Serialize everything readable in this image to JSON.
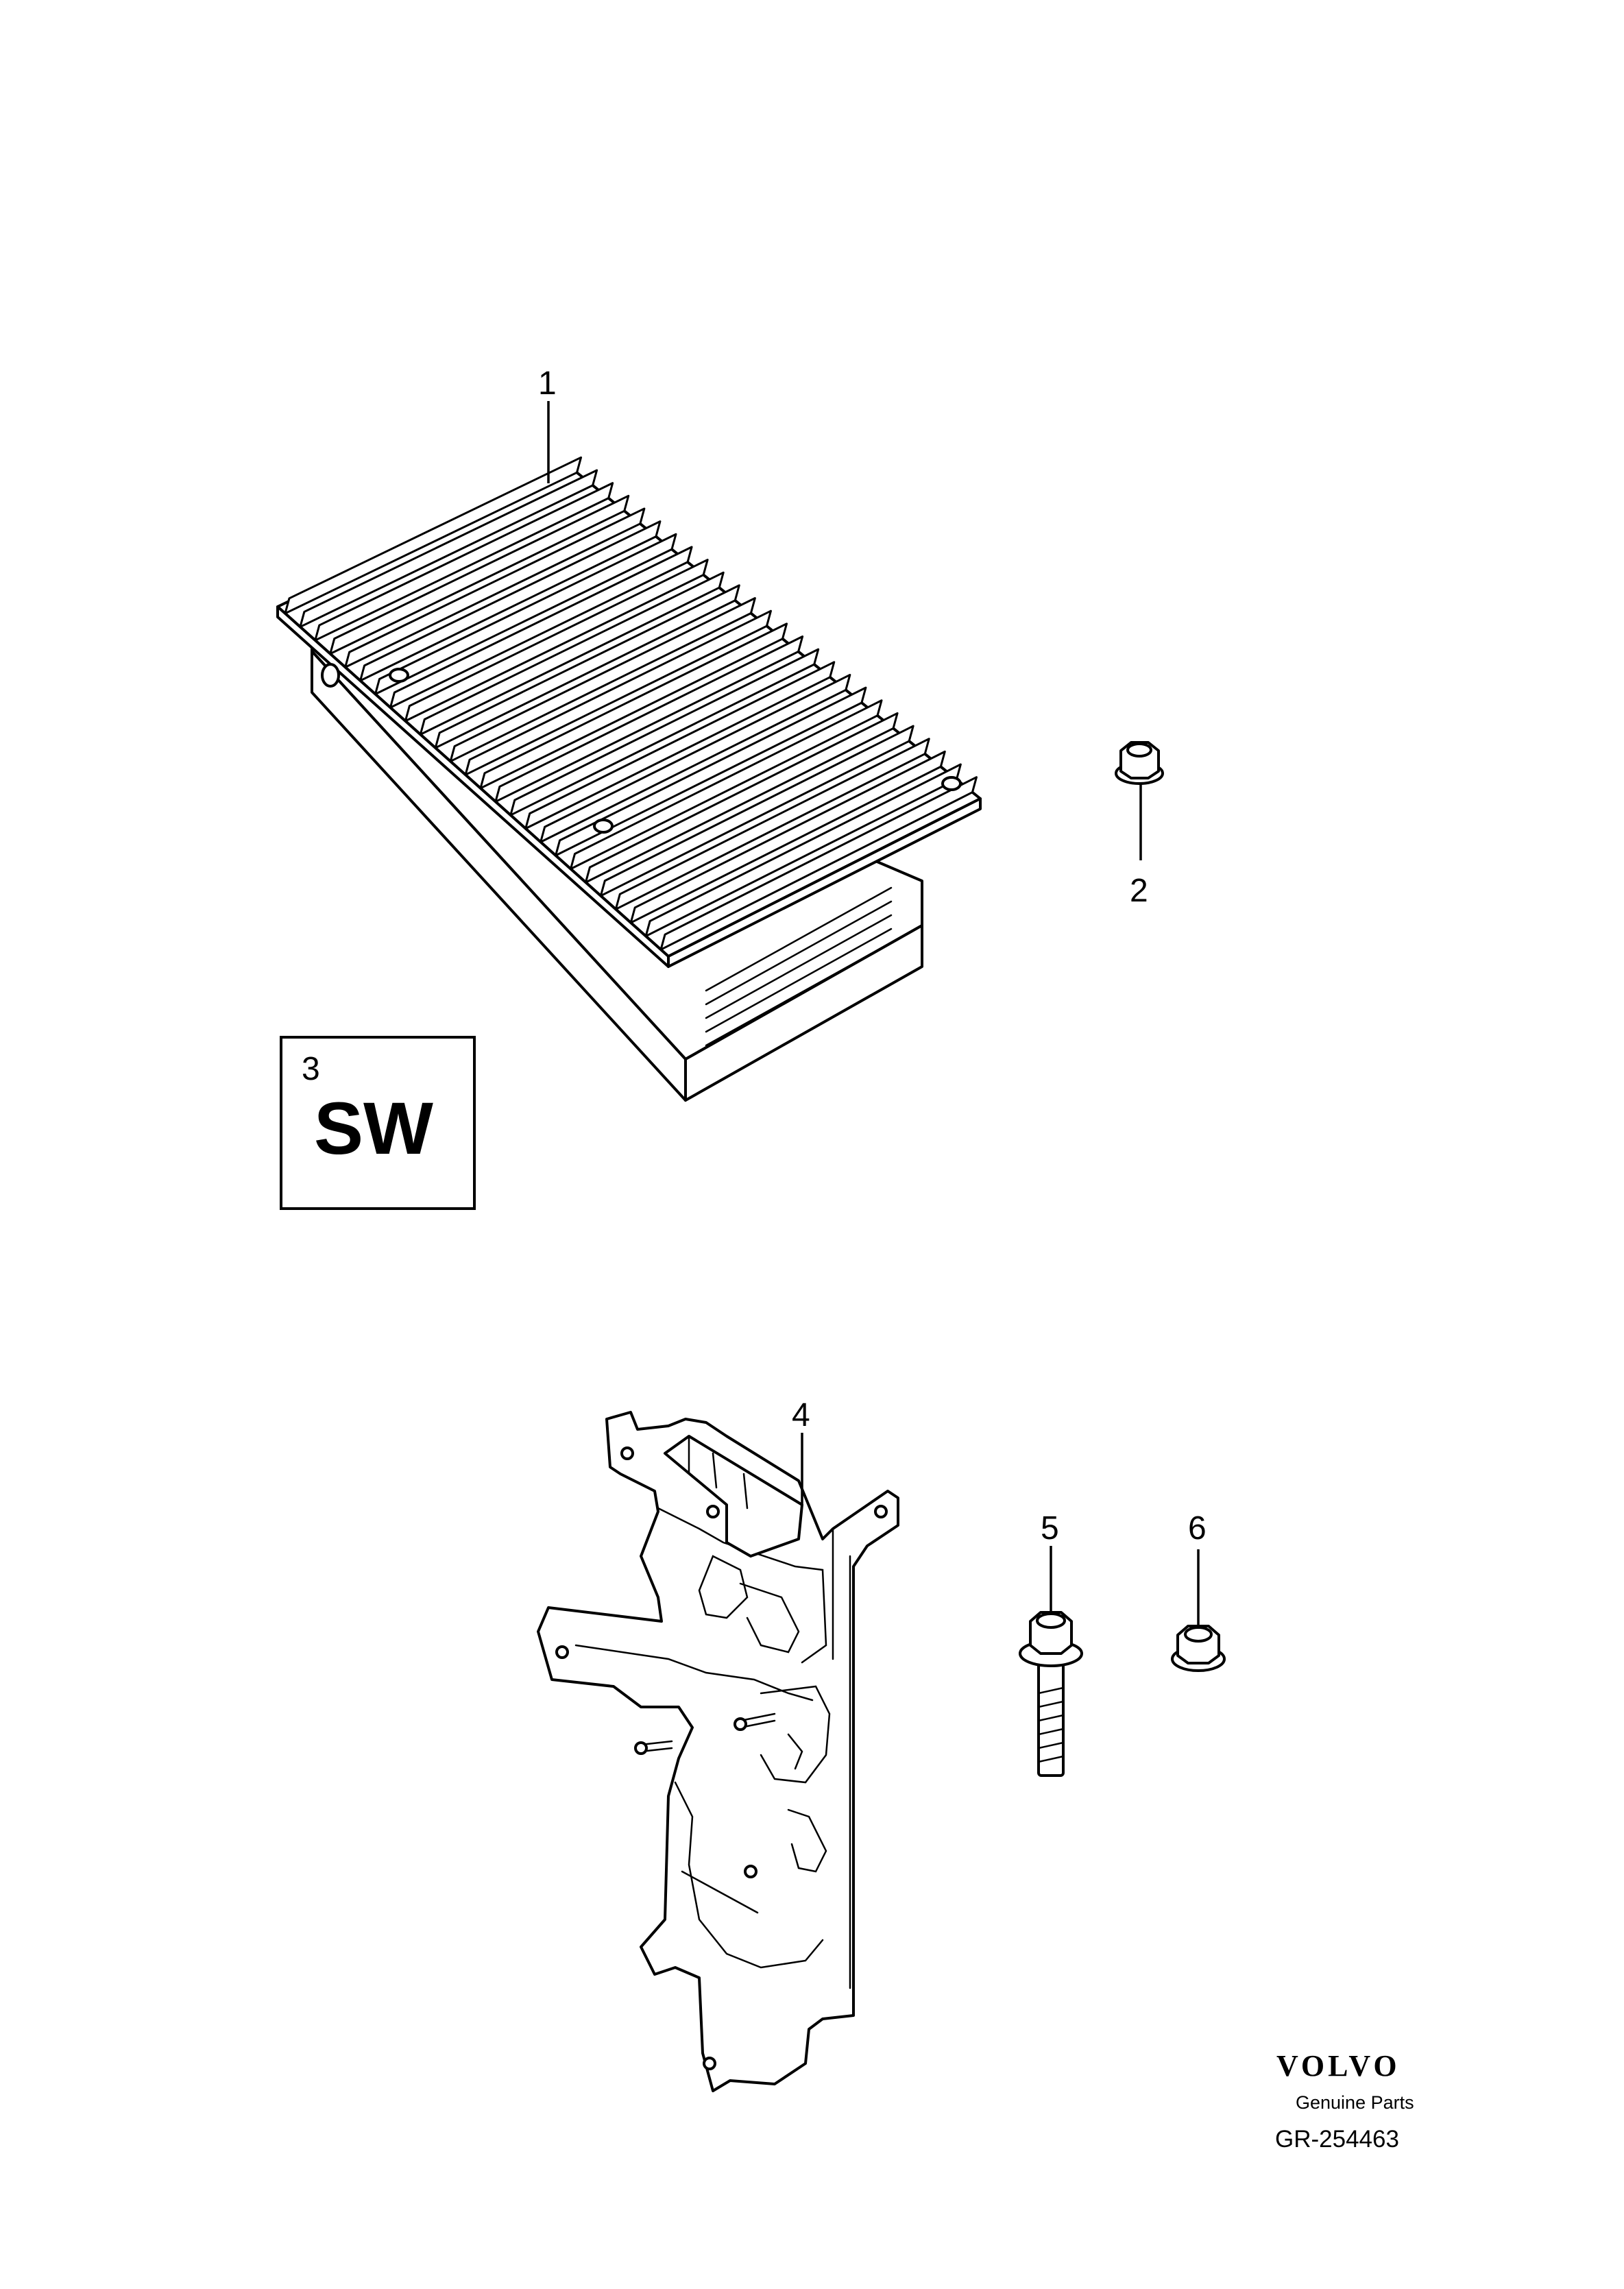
{
  "callouts": {
    "c1": "1",
    "c2": "2",
    "c3": "3",
    "c4": "4",
    "c5": "5",
    "c6": "6"
  },
  "software_box": {
    "label": "SW"
  },
  "brand": {
    "name": "VOLVO",
    "tagline": "Genuine Parts",
    "reference": "GR-254463"
  },
  "icons": {
    "amplifier": "amplifier-icon",
    "nut": "flange-nut-icon",
    "bracket": "mounting-bracket-icon",
    "bolt": "flange-bolt-icon"
  },
  "colors": {
    "line": "#000000",
    "background": "#ffffff"
  }
}
